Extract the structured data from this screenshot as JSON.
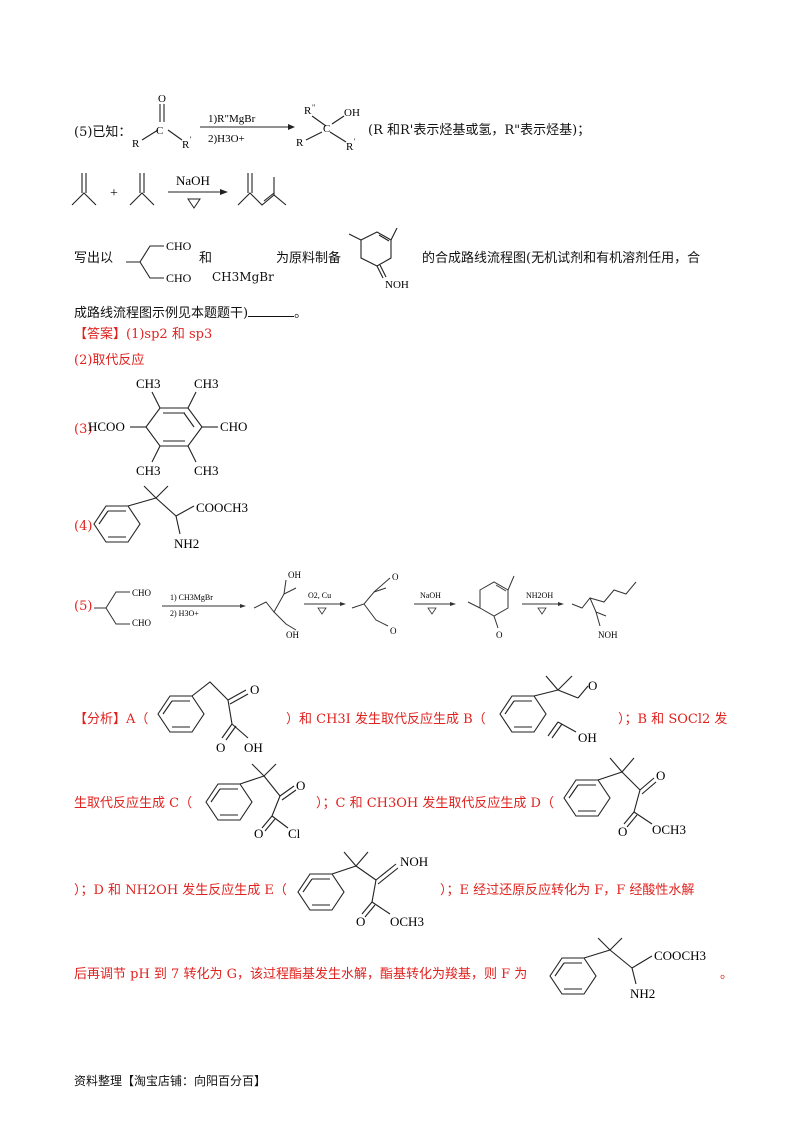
{
  "q5": {
    "label": "(5)已知：",
    "step1": "1)R\"MgBr",
    "step2": "2)H3O+",
    "r_note": "(R 和R'表示烃基或氢，R\"表示烃基)；",
    "naoh": "NaOH",
    "plus": "+",
    "write_prefix": "写出以",
    "and": "和",
    "cho": "CHO",
    "ch3mgbr": "CH3MgBr",
    "prepare": "为原料制备",
    "tail1": "的合成路线流程图(无机试剂和有机溶剂任用，合",
    "tail2": "成路线流程图示例见本题题干)",
    "period": "。",
    "noh": "NOH"
  },
  "answer": {
    "tag": "【答案】",
    "a1": "(1)sp2 和 sp3",
    "a2": "(2)取代反应",
    "a3": "(3)",
    "a4": "(4)",
    "a5": "(5)",
    "hcoo": "HCOO",
    "ch3": "CH3",
    "cho": "CHO",
    "cooch3": "COOCH3",
    "nh2": "NH2",
    "oh": "OH",
    "o": "O",
    "cooh_o": "O",
    "noh": "NOH",
    "r1": "1) CH3MgBr",
    "r2": "2) H3O+",
    "r3": "O2, Cu",
    "r4": "NaOH",
    "r5": "NH2OH"
  },
  "analysis": {
    "line1a": "【分析】A（",
    "line1b": "）和 CH3I 发生取代反应生成 B（",
    "line1c": "）；B 和 SOCl2 发",
    "line2a": "生取代反应生成 C（",
    "line2b": "）；C 和 CH3OH 发生取代反应生成 D（",
    "line3a": "）；D 和 NH2OH 发生反应生成 E（",
    "line3b": "）；E 经过还原反应转化为 F，F 经酸性水解",
    "line4a": "后再调节 pH 到 7 转化为 G，该过程酯基发生水解，酯基转化为羧基，则 F 为",
    "line4b": "。",
    "oh": "OH",
    "o": "O",
    "cl": "Cl",
    "och3": "OCH3",
    "noh": "NOH",
    "cooch3": "COOCH3",
    "nh2": "NH2"
  },
  "footer": "资料整理【淘宝店铺：向阳百分百】"
}
